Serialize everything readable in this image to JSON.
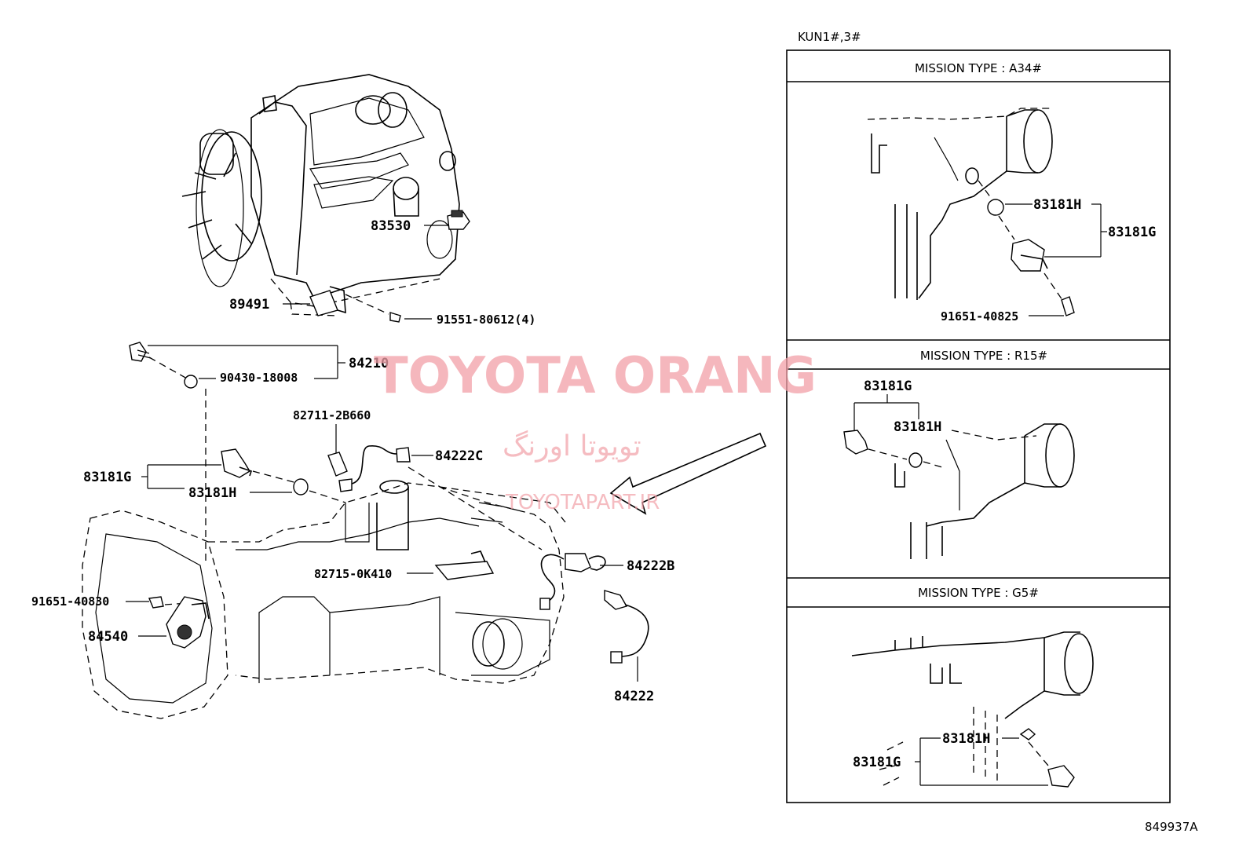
{
  "header": {
    "model_code": "KUN1#,3#"
  },
  "figure_code": "849937A",
  "watermark": {
    "brand": "TOYOTA ORANG",
    "brand_fa": "تويوتا اورنگ",
    "site": "TOYOTAPART.IR"
  },
  "main": {
    "labels": {
      "p83530": "83530",
      "p89491": "89491",
      "p91551": "91551-80612(4)",
      "p84210": "84210",
      "p90430": "90430-18008",
      "p82711": "82711-2B660",
      "p84222C": "84222C",
      "p83181G": "83181G",
      "p83181H": "83181H",
      "p84222B": "84222B",
      "p82715": "82715-0K410",
      "p91651": "91651-40830",
      "p84540": "84540",
      "p84222": "84222"
    }
  },
  "panels": [
    {
      "title": "MISSION TYPE : A34#",
      "labels": {
        "h": "83181H",
        "g": "83181G",
        "bolt": "91651-40825"
      }
    },
    {
      "title": "MISSION TYPE : R15#",
      "labels": {
        "g": "83181G",
        "h": "83181H"
      }
    },
    {
      "title": "MISSION TYPE : G5#",
      "labels": {
        "h": "83181H",
        "g": "83181G"
      }
    }
  ]
}
